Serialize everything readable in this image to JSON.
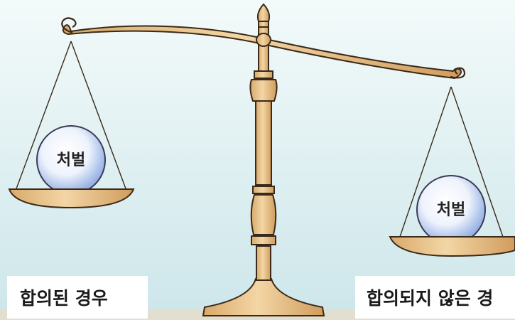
{
  "scale": {
    "left_pan": {
      "ball_label": "처벌",
      "caption": "합의된 경우"
    },
    "right_pan": {
      "ball_label": "처벌",
      "caption": "합의되지 않은 경"
    },
    "tilt": "right side lower"
  },
  "colors": {
    "sky_top": "#e9f5f5",
    "sky_bottom": "#cfe8ec",
    "brass": "#e9c28c",
    "brass_dark": "#c59a5e",
    "outline": "#3a2a1a",
    "ball_center": "#ffffff",
    "ball_edge": "#9db6e6",
    "floor": "#e0dccd"
  },
  "icons": [
    "balance-scale-icon"
  ]
}
